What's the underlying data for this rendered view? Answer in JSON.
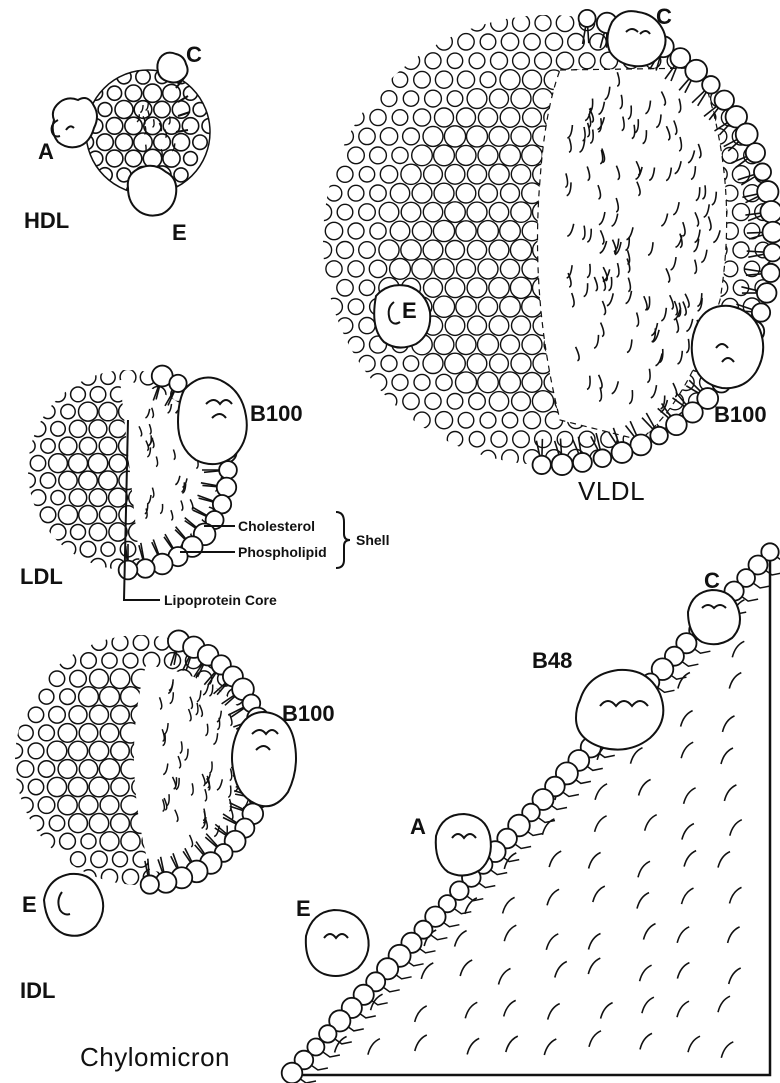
{
  "particles": {
    "hdl": {
      "name": "HDL",
      "apoproteins": [
        "A",
        "C",
        "E"
      ]
    },
    "vldl": {
      "name": "VLDL",
      "apoproteins": [
        "C",
        "E",
        "B100"
      ]
    },
    "ldl": {
      "name": "LDL",
      "apoproteins": [
        "B100"
      ]
    },
    "idl": {
      "name": "IDL",
      "apoproteins": [
        "B100",
        "E"
      ]
    },
    "chylomicron": {
      "name": "Chylomicron",
      "apoproteins": [
        "C",
        "B48",
        "A",
        "E"
      ]
    }
  },
  "structure_labels": {
    "cholesterol": "Cholesterol",
    "phospholipid": "Phospholipid",
    "shell": "Shell",
    "core": "Lipoprotein Core"
  },
  "colors": {
    "ink": "#111111",
    "background": "#ffffff"
  }
}
